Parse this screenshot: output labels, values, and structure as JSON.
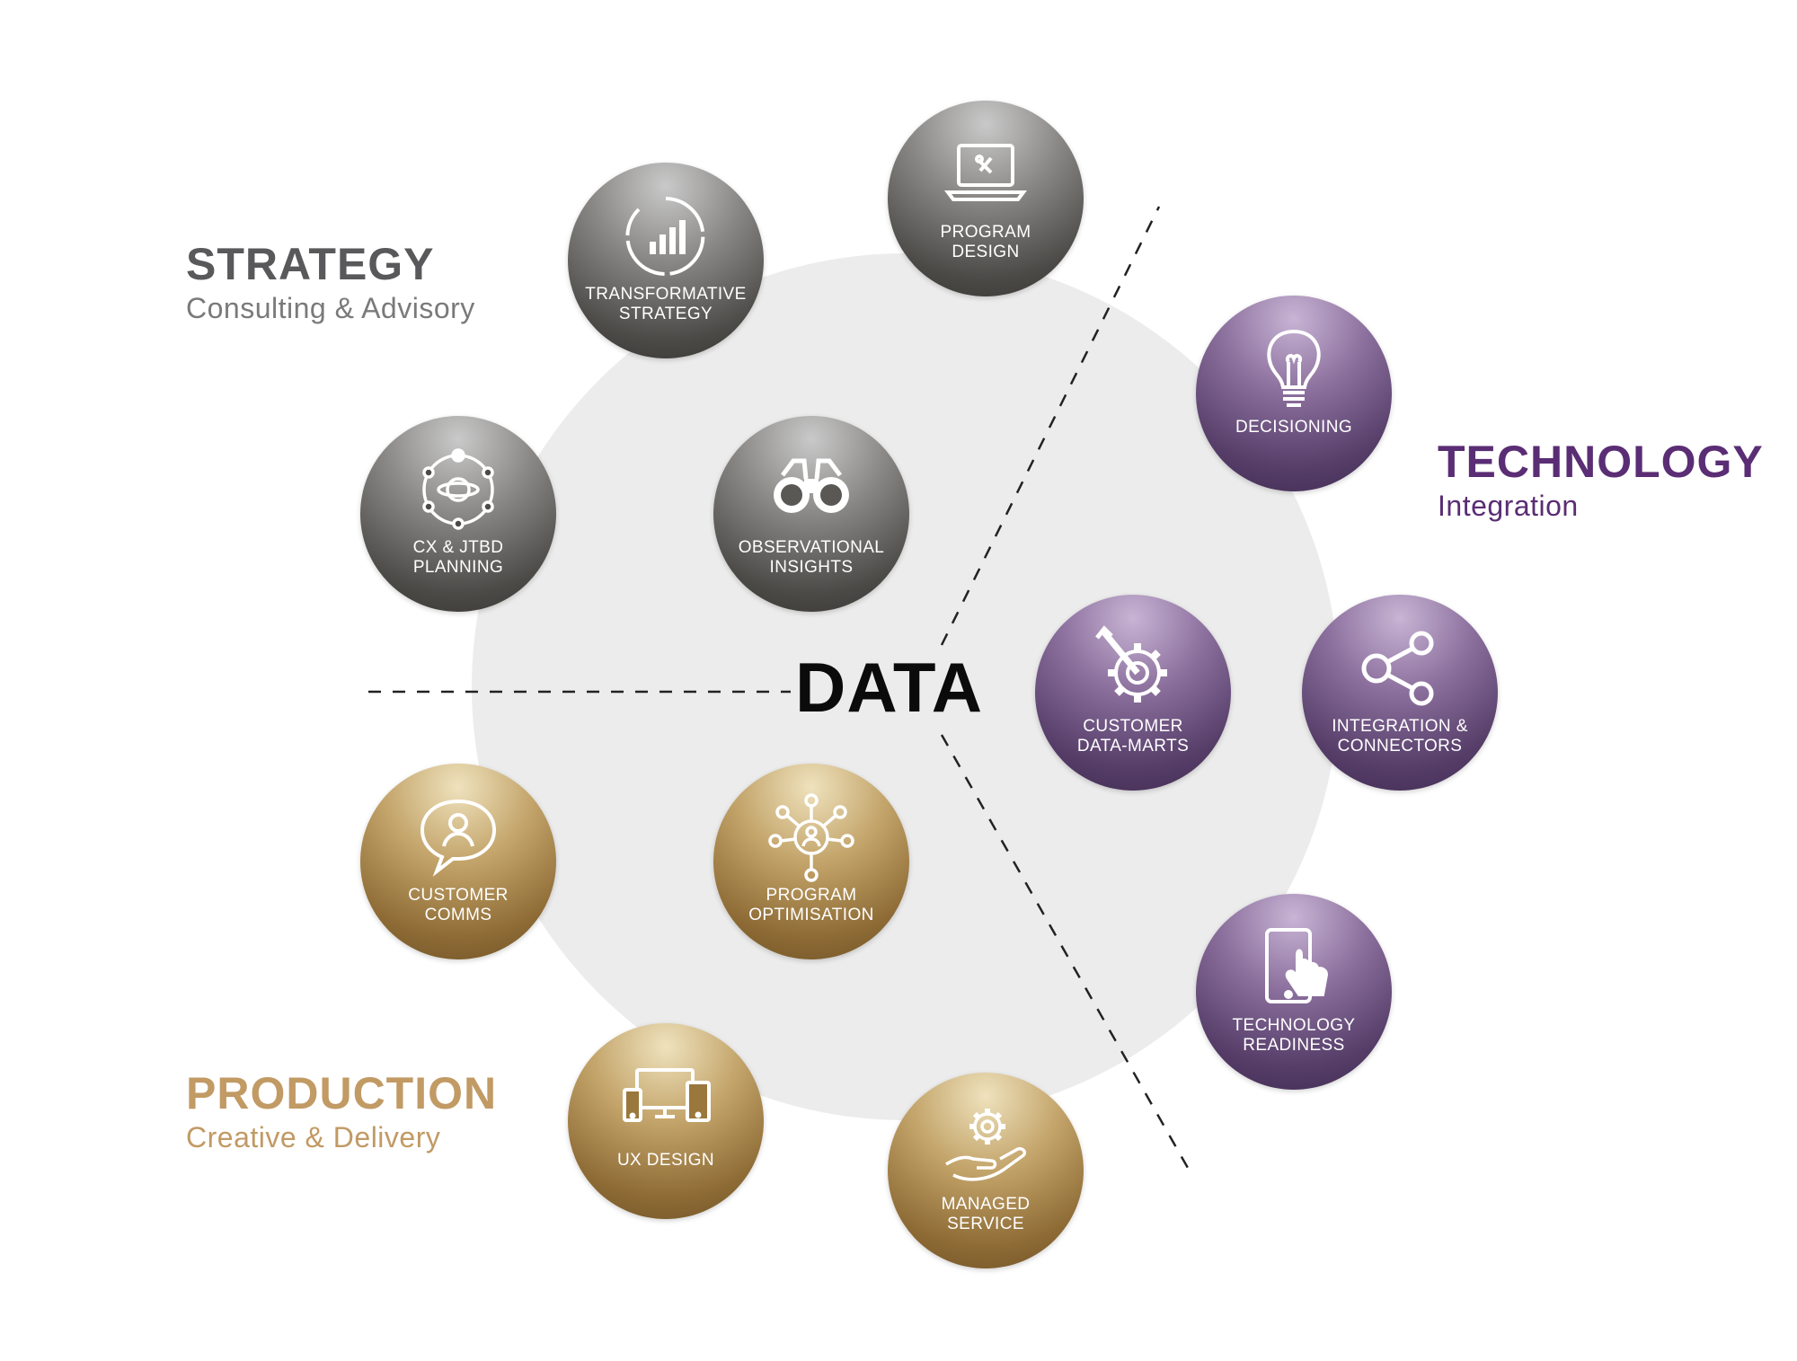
{
  "center_label": "DATA",
  "categories": {
    "strategy": {
      "title": "STRATEGY",
      "subtitle": "Consulting & Advisory",
      "color": "#59585a"
    },
    "technology": {
      "title": "TECHNOLOGY",
      "subtitle": "Integration",
      "color": "#5a2d74"
    },
    "production": {
      "title": "PRODUCTION",
      "subtitle": "Creative & Delivery",
      "color": "#c19a64"
    }
  },
  "nodes": {
    "program_design": {
      "lines": [
        "PROGRAM",
        "DESIGN"
      ],
      "icon": "laptop-tools-icon",
      "group": "strategy"
    },
    "transformative_strategy": {
      "lines": [
        "TRANSFORMATIVE",
        "STRATEGY"
      ],
      "icon": "bar-chart-icon",
      "group": "strategy"
    },
    "cx_jtbd_planning": {
      "lines": [
        "CX & JTBD",
        "PLANNING"
      ],
      "icon": "orbit-planet-icon",
      "group": "strategy"
    },
    "observational_insights": {
      "lines": [
        "OBSERVATIONAL",
        "INSIGHTS"
      ],
      "icon": "binoculars-icon",
      "group": "strategy"
    },
    "decisioning": {
      "lines": [
        "DECISIONING"
      ],
      "icon": "lightbulb-icon",
      "group": "technology"
    },
    "customer_data_marts": {
      "lines": [
        "CUSTOMER",
        "DATA-MARTS"
      ],
      "icon": "gear-wrench-icon",
      "group": "technology"
    },
    "integration_connectors": {
      "lines": [
        "INTEGRATION &",
        "CONNECTORS"
      ],
      "icon": "share-nodes-icon",
      "group": "technology"
    },
    "technology_readiness": {
      "lines": [
        "TECHNOLOGY",
        "READINESS"
      ],
      "icon": "tablet-touch-icon",
      "group": "technology"
    },
    "customer_comms": {
      "lines": [
        "CUSTOMER",
        "COMMS"
      ],
      "icon": "speech-person-icon",
      "group": "production"
    },
    "program_optimisation": {
      "lines": [
        "PROGRAM",
        "OPTIMISATION"
      ],
      "icon": "network-person-icon",
      "group": "production"
    },
    "ux_design": {
      "lines": [
        "UX DESIGN"
      ],
      "icon": "devices-icon",
      "group": "production"
    },
    "managed_service": {
      "lines": [
        "MANAGED",
        "SERVICE"
      ],
      "icon": "hand-gear-icon",
      "group": "production"
    }
  }
}
